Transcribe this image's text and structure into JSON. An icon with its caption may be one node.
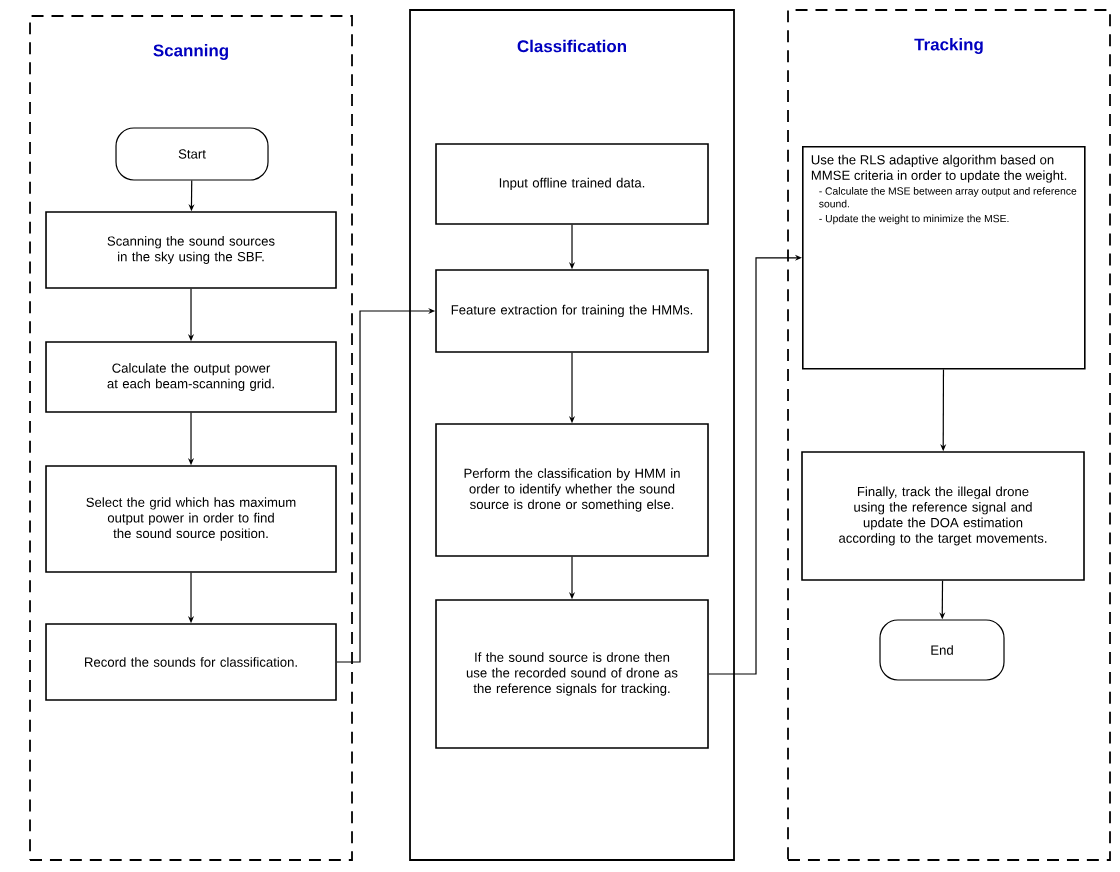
{
  "diagram": {
    "nodes": [
      {
        "text": [
          "Scanning"
        ]
      },
      {
        "text": [
          "Start"
        ],
        "in": 0
      },
      {
        "text": [
          "Scanning the sound sources in the sky using the SBF."
        ],
        "in": 0
      },
      {
        "text": [
          "Calculate the output power at each beam-scanning grid."
        ],
        "in": 0
      },
      {
        "text": [
          "Select the grid which has maximum output power in order to find the sound source position."
        ],
        "in": 0
      },
      {
        "text": [
          "Record the sounds for classification."
        ],
        "in": 0
      },
      {
        "text": [
          "Classification"
        ]
      },
      {
        "text": [
          "Input offline trained data."
        ],
        "in": 6
      },
      {
        "text": [
          "Feature extraction for training the HMMs."
        ],
        "in": 6
      },
      {
        "text": [
          "Perform the classification by HMM in order to identify whether the sound source is drone or something else."
        ],
        "in": 6
      },
      {
        "text": [
          "If the sound source is drone then use the recorded sound of drone as the reference signals for tracking."
        ],
        "in": 6
      },
      {
        "text": [
          "Tracking"
        ]
      },
      {
        "text": [
          "Use the RLS adaptive algorithm based on MMSE criteria in order to update the weight.",
          "- Calculate the MSE between array output and reference sound.",
          "- Update the weight to minimize the MSE."
        ],
        "in": 11
      },
      {
        "text": [
          "Finally, track the illegal drone using the reference signal and update the DOA estimation according to the target movements."
        ],
        "in": 11
      },
      {
        "text": [
          "End"
        ],
        "in": 11
      }
    ],
    "edges": [
      {
        "from": 1,
        "to": 2,
        "arrow": "to"
      },
      {
        "from": 2,
        "to": 3,
        "arrow": "to"
      },
      {
        "from": 3,
        "to": 4,
        "arrow": "to"
      },
      {
        "from": 4,
        "to": 5,
        "arrow": "to"
      },
      {
        "from": 5,
        "to": 8,
        "arrow": "to"
      },
      {
        "from": 7,
        "to": 8,
        "arrow": "to"
      },
      {
        "from": 8,
        "to": 9,
        "arrow": "to"
      },
      {
        "from": 9,
        "to": 10,
        "arrow": "to"
      },
      {
        "from": 10,
        "to": 12,
        "arrow": "to"
      },
      {
        "from": 12,
        "to": 13,
        "arrow": "to"
      },
      {
        "from": 13,
        "to": 14,
        "arrow": "to"
      }
    ]
  }
}
